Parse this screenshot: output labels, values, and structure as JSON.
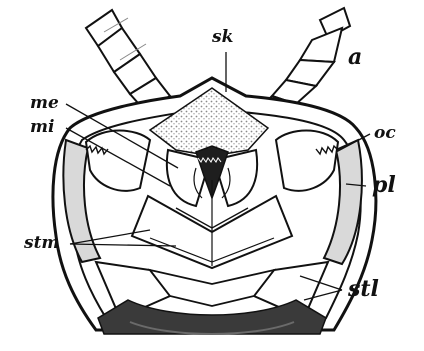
{
  "figure": {
    "panel_letter": "a",
    "labels": {
      "sk": "sk",
      "me": "me",
      "mi": "mi",
      "oc": "oc",
      "pl": "pl",
      "stm": "stm",
      "stl": "stl"
    },
    "colors": {
      "ink": "#111111",
      "paper": "#ffffff",
      "shade_light": "#e6e6e6",
      "shade_mid": "#bdbdbd",
      "shade_dark": "#7a7a7a",
      "shade_black": "#2b2b2b"
    }
  }
}
